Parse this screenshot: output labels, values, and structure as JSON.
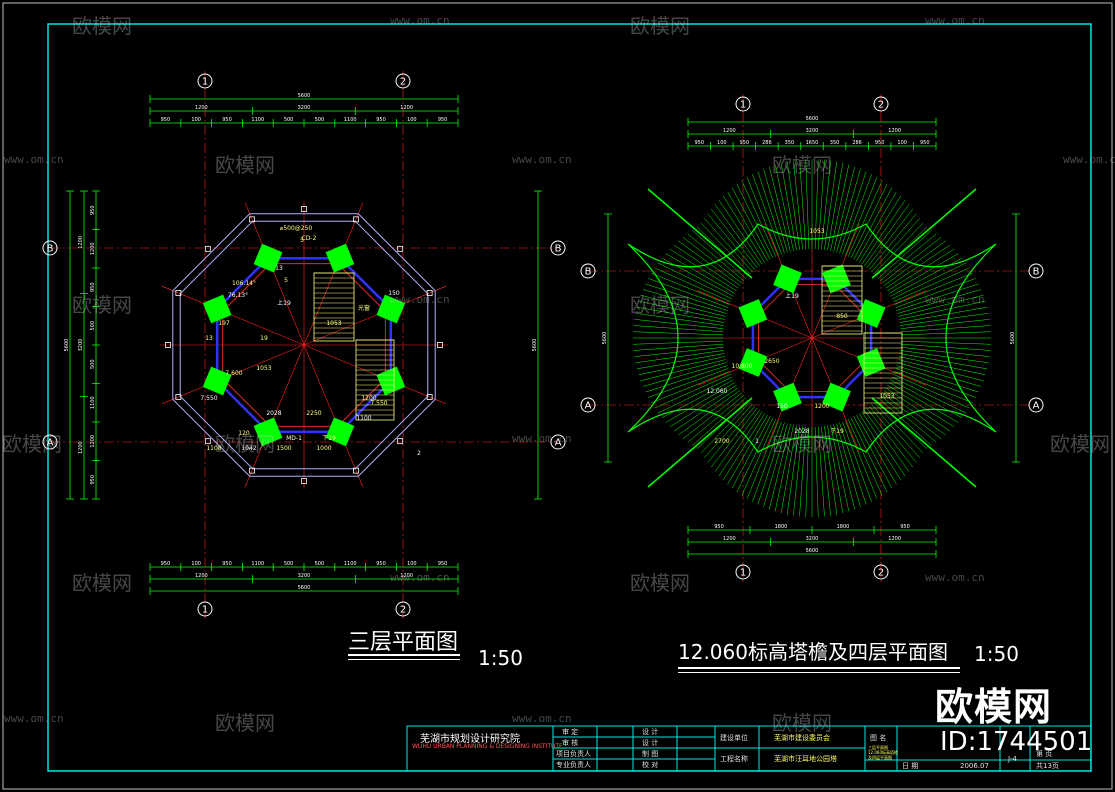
{
  "plans": {
    "left": {
      "title": "三层平面图",
      "scale": "1:50",
      "axes": {
        "top_left": "1",
        "top_right": "2",
        "bottom_left": "1",
        "bottom_right": "2",
        "left_top": "B",
        "left_bottom": "A",
        "right_top": "B",
        "right_bottom": "A"
      },
      "dims_top_total": "5600",
      "dims_top_mid": "3200",
      "dims_top_side": [
        "1200",
        "1200"
      ],
      "dims_top_detail": [
        "950",
        "100",
        "950",
        "1100",
        "500",
        "500",
        "1100",
        "950",
        "100",
        "950"
      ],
      "dims_bottom_total": "5600",
      "dims_bottom_mid": "3200",
      "dims_bottom_detail": [
        "950",
        "100",
        "950",
        "1100",
        "500",
        "500",
        "1100",
        "950",
        "100",
        "950"
      ],
      "dims_left_total": "5600",
      "dims_left_mid": "3200",
      "dims_left_detail": [
        "950",
        "1200",
        "950",
        "500",
        "500",
        "1100",
        "1200",
        "950"
      ],
      "dims_right_total": "5600",
      "labels": [
        "上19",
        "下19",
        "7.600",
        "7.550",
        "7.550",
        "CD-2",
        "MD-1",
        "1053",
        "1053",
        "2028",
        "2250",
        "1108",
        "1042",
        "1500",
        "1000",
        "1100",
        "1200",
        "197",
        "150",
        "120",
        "106.14°",
        "76.13°",
        "⌀500@250",
        "5",
        "13",
        "5",
        "13",
        "2",
        "19",
        "光窗"
      ]
    },
    "right": {
      "title": "12.060标高塔檐及四层平面图",
      "scale": "1:50",
      "axes": {
        "top_left": "1",
        "top_right": "2",
        "bottom_left": "1",
        "bottom_right": "2",
        "left_top": "B",
        "left_bottom": "A",
        "right_top": "B",
        "right_bottom": "A"
      },
      "dims_top_total": "5600",
      "dims_top_mid": "3200",
      "dims_top_side": [
        "1200",
        "1200"
      ],
      "dims_top_detail": [
        "950",
        "100",
        "950",
        "286",
        "350",
        "1650",
        "350",
        "286",
        "950",
        "100",
        "950"
      ],
      "dims_bottom_total": "5600",
      "dims_bottom_mid": "3200",
      "dims_bottom_side": [
        "1200",
        "1200"
      ],
      "dims_bottom_detail": [
        "950",
        "1800",
        "1800",
        "950"
      ],
      "dims_left_total": "5600",
      "dims_right_total": "5600",
      "labels": [
        "上19",
        "下19",
        "10.800",
        "12.060",
        "1053",
        "1053",
        "2028",
        "2650",
        "850",
        "150",
        "1200",
        "2700",
        "1"
      ]
    }
  },
  "title_block": {
    "firm": "芜湖市规划设计研究院",
    "firm_en": "WUHU URBAN PLANNING & DESIGNING INSTITUTE",
    "roles": [
      "审  定",
      "审  核",
      "项目负责人",
      "专业负责人"
    ],
    "roles2": [
      "设  计",
      "设  计",
      "制  图",
      "校  对"
    ],
    "fields": [
      "建设单位",
      "工程名称"
    ],
    "client": "芜湖市建设委员会",
    "project": "芜湖市汪耳地公园塔",
    "drawing_name_label": "图  名",
    "drawing_name": "三层平面图 12.060标高塔檐及四层平面图",
    "date_label": "日  期",
    "date": "2006.07",
    "sheet_no": "J-4",
    "total": "共13页",
    "page": "第 页"
  },
  "watermark": {
    "brand": "欧模网",
    "url": "www.om.cn",
    "id": "ID:1744501"
  },
  "colors": {
    "background": "#000000",
    "frame": "#00e5e5",
    "dim": "#00ff00",
    "axis_red": "#ff2020",
    "wall_blue": "#3030ff",
    "fill_green": "#00ff00",
    "stair_yellow": "#ffff80",
    "text_white": "#ffffff"
  }
}
